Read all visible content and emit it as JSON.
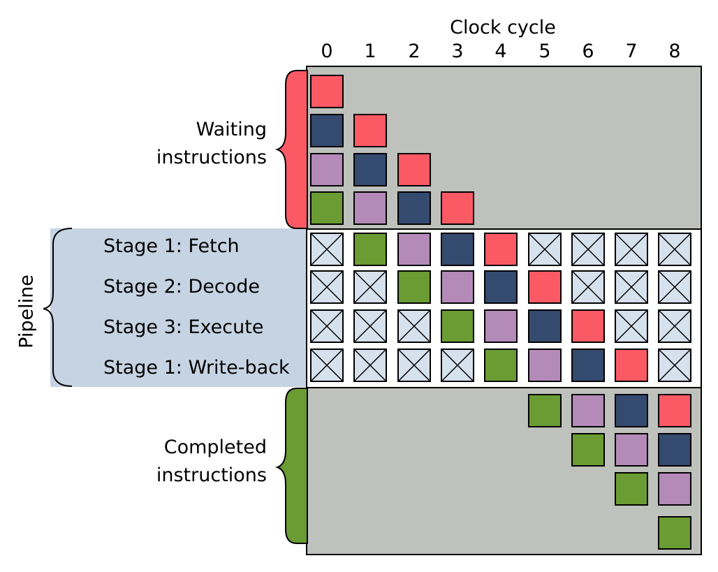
{
  "header": {
    "title": "Clock cycle",
    "cycles": [
      "0",
      "1",
      "2",
      "3",
      "4",
      "5",
      "6",
      "7",
      "8"
    ]
  },
  "waiting": {
    "label_line1": "Waiting",
    "label_line2": "instructions"
  },
  "pipeline": {
    "label": "Pipeline",
    "stages": [
      "Stage 1: Fetch",
      "Stage 2: Decode",
      "Stage 3: Execute",
      "Stage 1: Write-back"
    ]
  },
  "completed": {
    "label_line1": "Completed",
    "label_line2": "instructions"
  },
  "colors": {
    "red": "#fb5a64",
    "navy": "#344a6f",
    "purple": "#b38ab8",
    "green": "#6a9c33",
    "empty": "#d6e1ee",
    "grey_panel": "#bfc1bd",
    "pipeline_bg": "#c6d3e2"
  },
  "schedule": {
    "waiting": [
      [
        "red",
        null,
        null,
        null
      ],
      [
        "navy",
        "red",
        null,
        null
      ],
      [
        "purple",
        "navy",
        "red",
        null
      ],
      [
        "green",
        "purple",
        "navy",
        "red"
      ]
    ],
    "stages": [
      [
        "empty",
        "green",
        "purple",
        "navy",
        "red",
        "empty",
        "empty",
        "empty",
        "empty"
      ],
      [
        "empty",
        "empty",
        "green",
        "purple",
        "navy",
        "red",
        "empty",
        "empty",
        "empty"
      ],
      [
        "empty",
        "empty",
        "empty",
        "green",
        "purple",
        "navy",
        "red",
        "empty",
        "empty"
      ],
      [
        "empty",
        "empty",
        "empty",
        "empty",
        "green",
        "purple",
        "navy",
        "red",
        "empty"
      ]
    ],
    "completed": [
      [
        null,
        null,
        null,
        null,
        null,
        "green",
        "purple",
        "navy",
        "red"
      ],
      [
        null,
        null,
        null,
        null,
        null,
        null,
        "green",
        "purple",
        "navy"
      ],
      [
        null,
        null,
        null,
        null,
        null,
        null,
        null,
        "green",
        "purple"
      ],
      [
        null,
        null,
        null,
        null,
        null,
        null,
        null,
        null,
        "green"
      ]
    ]
  }
}
